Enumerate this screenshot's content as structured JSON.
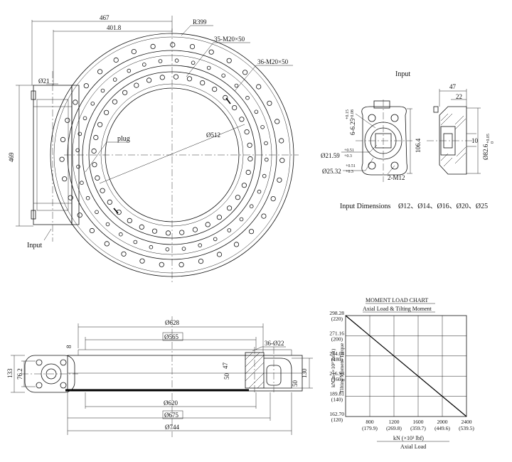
{
  "colors": {
    "ink": "#111111",
    "background": "#ffffff"
  },
  "top_view": {
    "dimensions": {
      "d467": "467",
      "d401_8": "401.8",
      "r399": "R399",
      "holes_outer": "35-M20×50",
      "holes_inner": "36-M20×50",
      "dia512": "Ø512",
      "d469": "469",
      "d21": "Ø21"
    },
    "labels": {
      "plug": "plug",
      "input": "Input"
    }
  },
  "input_detail": {
    "title": "Input",
    "dimensions": {
      "d47": "47",
      "d22": "22",
      "d10": "10",
      "d106_4": "106.4",
      "keyway": "6-6.25",
      "keyway_tol_upper": "+0.15",
      "keyway_tol_lower": "+0.08",
      "bore_21": "Ø21.59",
      "bore_21_tol_upper": "+0.51",
      "bore_21_tol_lower": "+0.3",
      "bore_25": "Ø25.32",
      "bore_25_tol_upper": "+0.51",
      "bore_25_tol_lower": "+0.3",
      "m12": "2-M12",
      "dia82_6": "Ø82.6",
      "dia82_6_tol_upper": "+0.05",
      "dia82_6_tol_lower": "0"
    },
    "input_dimensions_label": "Input Dimensions",
    "input_dimensions_values": "Ø12、Ø14、Ø16、Ø20、Ø25"
  },
  "side_view": {
    "dimensions": {
      "dia628": "Ø628",
      "dia565": "Ø565",
      "holes": "36-Ø22",
      "d8": "8",
      "d47": "47",
      "d50a": "50",
      "d50b": "50",
      "d130": "130",
      "d133": "133",
      "d76_2": "76.2",
      "dia620": "Ø620",
      "dia675": "Ø675",
      "dia744": "Ø744"
    }
  },
  "chart_data": {
    "type": "line",
    "title": "MOMENT LOAD CHART",
    "subtitle": "Axial Load & Tilting Moment",
    "ylabel_main": "Tilting Moment Torque",
    "ylabel_units": "kN.m (×10³ lbf.ft)",
    "xlabel_units": "kN (×10³ lbf)",
    "xlabel_main": "Axial Load",
    "y_ticks": [
      {
        "value": "298.28",
        "alt": "(220)"
      },
      {
        "value": "271.16",
        "alt": "(200)"
      },
      {
        "value": "244.04",
        "alt": "(180)"
      },
      {
        "value": "216.93",
        "alt": "(160)"
      },
      {
        "value": "189.81",
        "alt": "(140)"
      },
      {
        "value": "162.70",
        "alt": "(120)"
      }
    ],
    "x_ticks": [
      {
        "value": "800",
        "alt": "(179.9)"
      },
      {
        "value": "1200",
        "alt": "(269.8)"
      },
      {
        "value": "1600",
        "alt": "(359.7)"
      },
      {
        "value": "2000",
        "alt": "(449.6)"
      },
      {
        "value": "2400",
        "alt": "(539.5)"
      }
    ],
    "xlim": [
      400,
      2400
    ],
    "ylim": [
      162.7,
      298.28
    ],
    "grid": true,
    "series": [
      {
        "x": [
          400,
          2400
        ],
        "y": [
          298.28,
          162.7
        ]
      }
    ]
  }
}
